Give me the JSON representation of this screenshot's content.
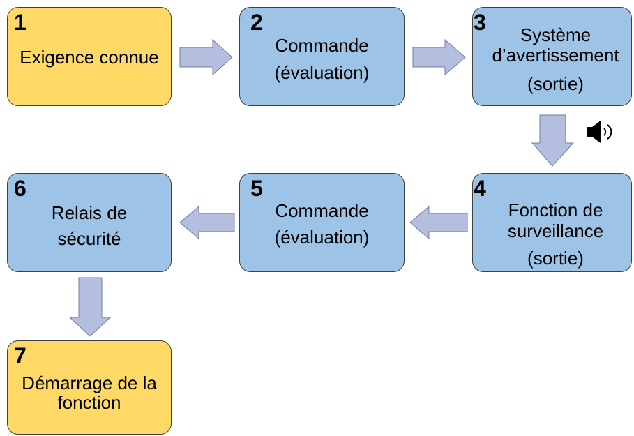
{
  "colors": {
    "yellow_box": "#FFD966",
    "blue_box": "#9DC3E6",
    "arrow_fill": "#B4BEDE",
    "arrow_stroke": "#6F7DA8",
    "border": "#404040"
  },
  "icons": {
    "sound": "speaker-icon"
  },
  "steps": [
    {
      "number": "1",
      "lines": [
        "Exigence connue"
      ]
    },
    {
      "number": "2",
      "lines": [
        "Commande",
        "(évaluation)"
      ]
    },
    {
      "number": "3",
      "lines": [
        "Système",
        "d’avertissement",
        "(sortie)"
      ]
    },
    {
      "number": "4",
      "lines": [
        "Fonction de",
        "surveillance",
        "(sortie)"
      ]
    },
    {
      "number": "5",
      "lines": [
        "Commande",
        "(évaluation)"
      ]
    },
    {
      "number": "6",
      "lines": [
        "Relais de",
        "sécurité"
      ]
    },
    {
      "number": "7",
      "lines": [
        "Démarrage de la",
        "fonction"
      ]
    }
  ]
}
